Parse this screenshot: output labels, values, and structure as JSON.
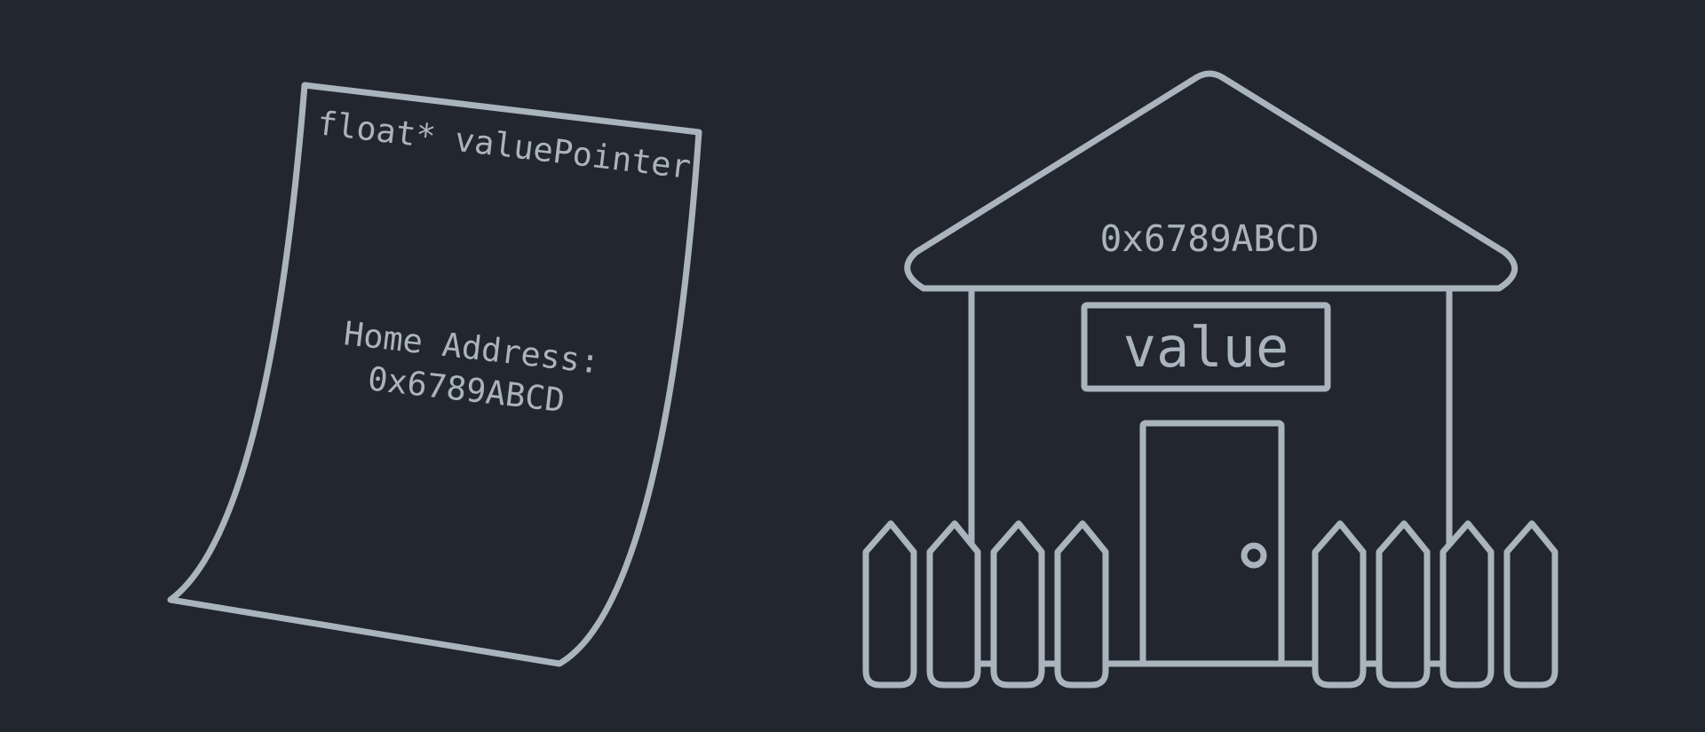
{
  "colors": {
    "background": "#22272f",
    "line": "#aab4be"
  },
  "paper": {
    "declaration": "float* valuePointer",
    "address_label": "Home Address:",
    "address_value": "0x6789ABCD"
  },
  "house": {
    "roof_address": "0x6789ABCD",
    "sign_text": "value"
  }
}
